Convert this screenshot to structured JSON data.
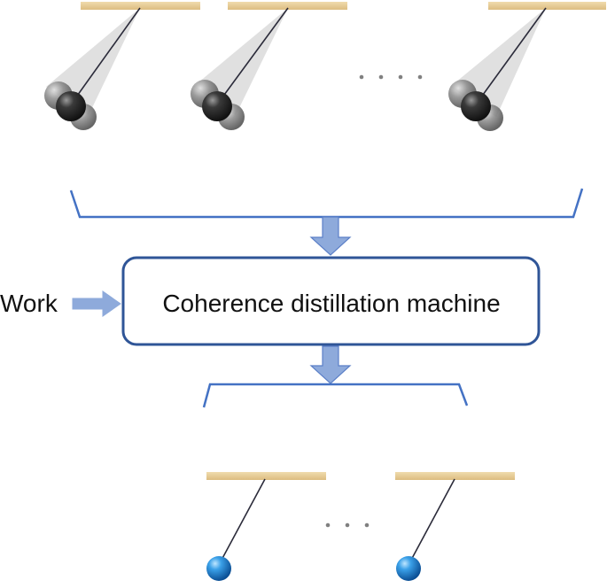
{
  "machine_label": "Coherence distillation machine",
  "work_label": "Work",
  "colors": {
    "frame_blue": "#2f5597",
    "bracket_blue": "#4472c4",
    "arrow_fill": "#8eaadb",
    "arrow_stroke": "#5b7fc7",
    "wood": "#e8cf9c",
    "string": "#2b2b3a",
    "blur_ball": "#2e2e2e",
    "coherent_ball": "#2f8fd8",
    "dots": "#808080"
  },
  "icons": {
    "decoherent_pendulum": "blurred-pendulum-icon",
    "coherent_pendulum": "coherent-pendulum-icon",
    "ellipsis": "ellipsis-dots-icon",
    "arrow": "down-arrow-icon"
  },
  "input_pendulum_count_shown": 3,
  "output_pendulum_count_shown": 2
}
